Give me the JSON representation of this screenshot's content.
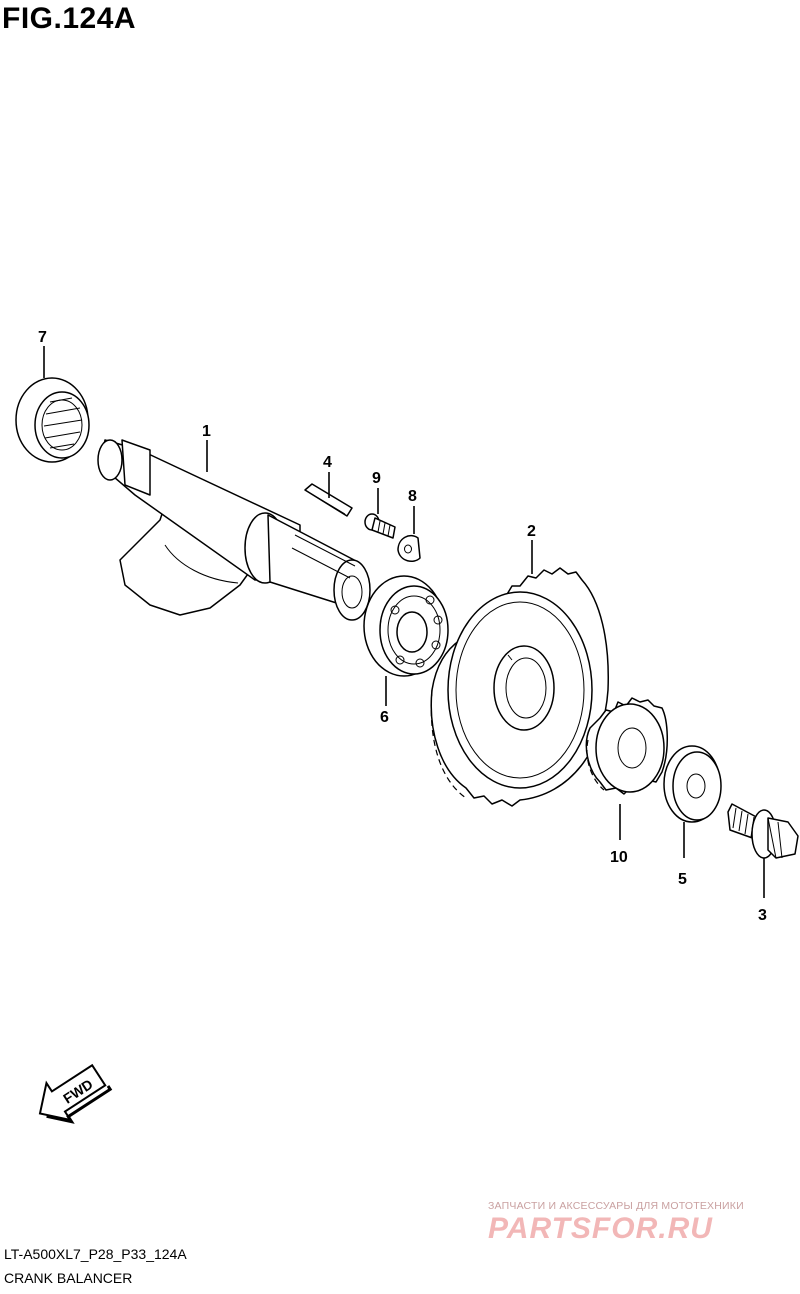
{
  "figure_title": "FIG.124A",
  "callouts": {
    "p1": "1",
    "p2": "2",
    "p3": "3",
    "p4": "4",
    "p5": "5",
    "p6": "6",
    "p7": "7",
    "p8": "8",
    "p9": "9",
    "p10": "10"
  },
  "fwd_label": "FWD",
  "footer": {
    "code": "LT-A500XL7_P28_P33_124A",
    "section": "CRANK BALANCER"
  },
  "watermark": {
    "tagline": "ЗАПЧАСТИ И АКСЕССУАРЫ ДЛЯ МОТОТЕХНИКИ",
    "brand": "PARTSFOR.RU",
    "color": "#f2b7b7"
  }
}
